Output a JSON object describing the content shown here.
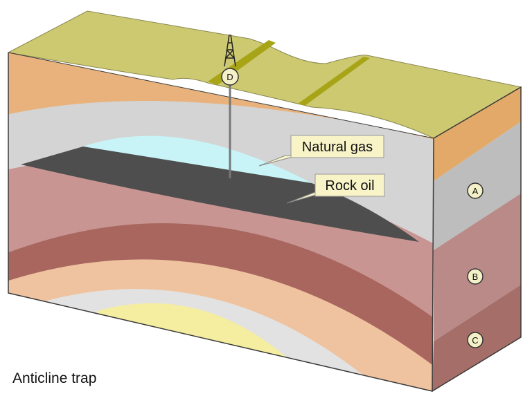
{
  "caption": "Anticline trap",
  "labels": {
    "natural_gas": "Natural gas",
    "rock_oil": "Rock oil"
  },
  "markers": {
    "a": "A",
    "b": "B",
    "c": "C",
    "d": "D"
  },
  "colors": {
    "surface": "#cdc971",
    "surface_side": "#e9b27c",
    "layer_a": "#d4d4d4",
    "layer_a_side": "#bdbdbd",
    "layer_b": "#c89592",
    "layer_b_side": "#b98a88",
    "layer_c": "#a8665e",
    "layer_c_side": "#a56e68",
    "gas": "#c8f4f8",
    "oil": "#4e4e4e",
    "road": "#a8a418"
  }
}
